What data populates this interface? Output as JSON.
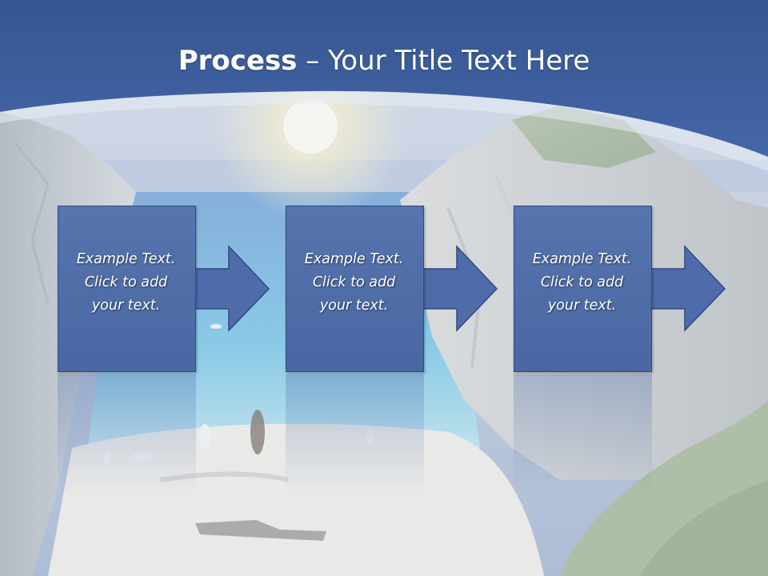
{
  "title": {
    "bold": "Process",
    "rest": " – Your Title Text Here"
  },
  "steps": [
    {
      "line1": "Example Text.",
      "line2": "Click  to add",
      "line3": "your text."
    },
    {
      "line1": "Example Text.",
      "line2": "Click  to add",
      "line3": "your text."
    },
    {
      "line1": "Example Text.",
      "line2": "Click  to add",
      "line3": "your text."
    }
  ],
  "colors": {
    "header_blue": "#3e5d9f",
    "box_blue": "#5674ad",
    "box_border": "#2f4a80",
    "text": "#ffffff"
  },
  "icons": [
    "arrow-right-icon"
  ]
}
